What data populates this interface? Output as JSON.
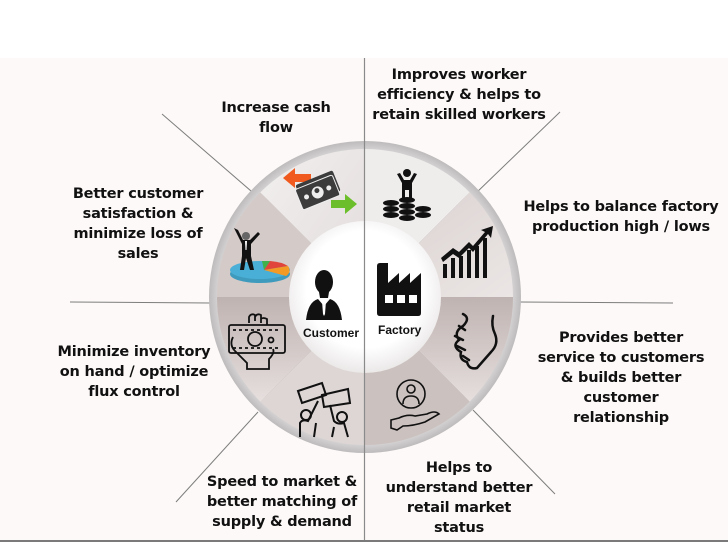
{
  "diagram": {
    "center": {
      "left_label": "Customer",
      "right_label": "Factory",
      "left_icon": "businessman-silhouette-icon",
      "right_icon": "factory-icon"
    },
    "segments": [
      {
        "position": "top-right",
        "icon": "person-on-coins-icon"
      },
      {
        "position": "right-upper",
        "icon": "growth-chart-icon"
      },
      {
        "position": "right-lower",
        "icon": "handshake-icon"
      },
      {
        "position": "bottom-right",
        "icon": "hand-holding-person-icon"
      },
      {
        "position": "bottom-left",
        "icon": "protest-signs-icon"
      },
      {
        "position": "left-lower",
        "icon": "hand-holding-money-icon"
      },
      {
        "position": "left-upper",
        "icon": "businessman-on-pie-chart-icon"
      },
      {
        "position": "top-left",
        "icon": "cash-flow-arrows-icon"
      }
    ],
    "benefits": {
      "top_right": "Improves worker efficiency & helps to retain skilled workers",
      "right_upper": "Helps to balance factory production high / lows",
      "right_lower": "Provides better service to customers & builds better customer relationship",
      "bottom_right": "Helps to understand better retail market status",
      "bottom_left": "Speed to market & better matching of supply & demand",
      "left_lower": "Minimize inventory on hand / optimize flux control",
      "left_upper": "Better customer satisfaction & minimize loss of sales",
      "top_left": "Increase cash flow"
    },
    "colors": {
      "panel_bg": "#fdf9f8",
      "ring": "#c8c6c6",
      "segment_light": "#eeeaea",
      "segment_mid": "#ddd5d4",
      "segment_dark": "#c9bebc",
      "arrow_orange": "#f05a1e",
      "arrow_green": "#6cbf2a",
      "pie_blue": "#4aafd6",
      "pie_orange": "#f39a25",
      "pie_red": "#e0443a",
      "pie_green": "#3fb04b"
    }
  }
}
